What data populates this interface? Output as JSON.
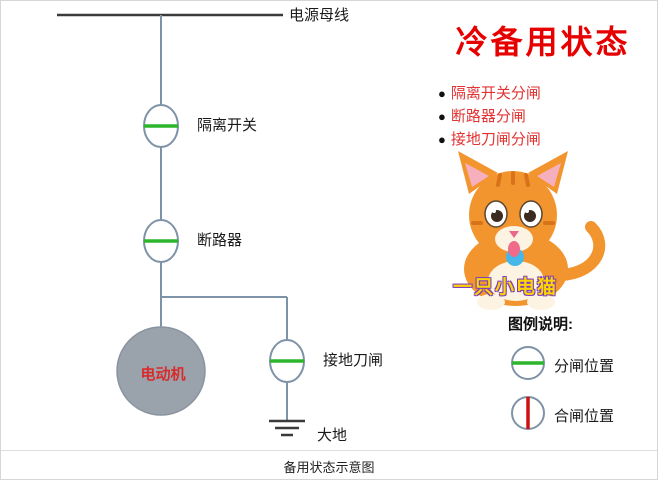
{
  "page": {
    "caption": "备用状态示意图"
  },
  "circuit": {
    "busbar_label": "电源母线",
    "isolation_switch_label": "隔离开关",
    "breaker_label": "断路器",
    "motor_label": "电动机",
    "earth_switch_label": "接地刀闸",
    "earth_label": "大地"
  },
  "status_panel": {
    "title": "冷备用状态",
    "bullet": "●",
    "items": [
      "隔离开关分闸",
      "断路器分闸",
      "接地刀闸分闸"
    ],
    "watermark": "一只小电猫"
  },
  "legend": {
    "title": "图例说明:",
    "items": [
      {
        "state": "open",
        "label": "分闸位置"
      },
      {
        "state": "closed",
        "label": "合闸位置"
      }
    ]
  },
  "colors": {
    "wire": "#7e93a8",
    "busbar": "#3a3a3a",
    "open_green": "#2db52d",
    "closed_red": "#cc1111",
    "title_red": "#e60000",
    "motor_fill": "#9aa2ac",
    "motor_text": "#d92b2b"
  }
}
